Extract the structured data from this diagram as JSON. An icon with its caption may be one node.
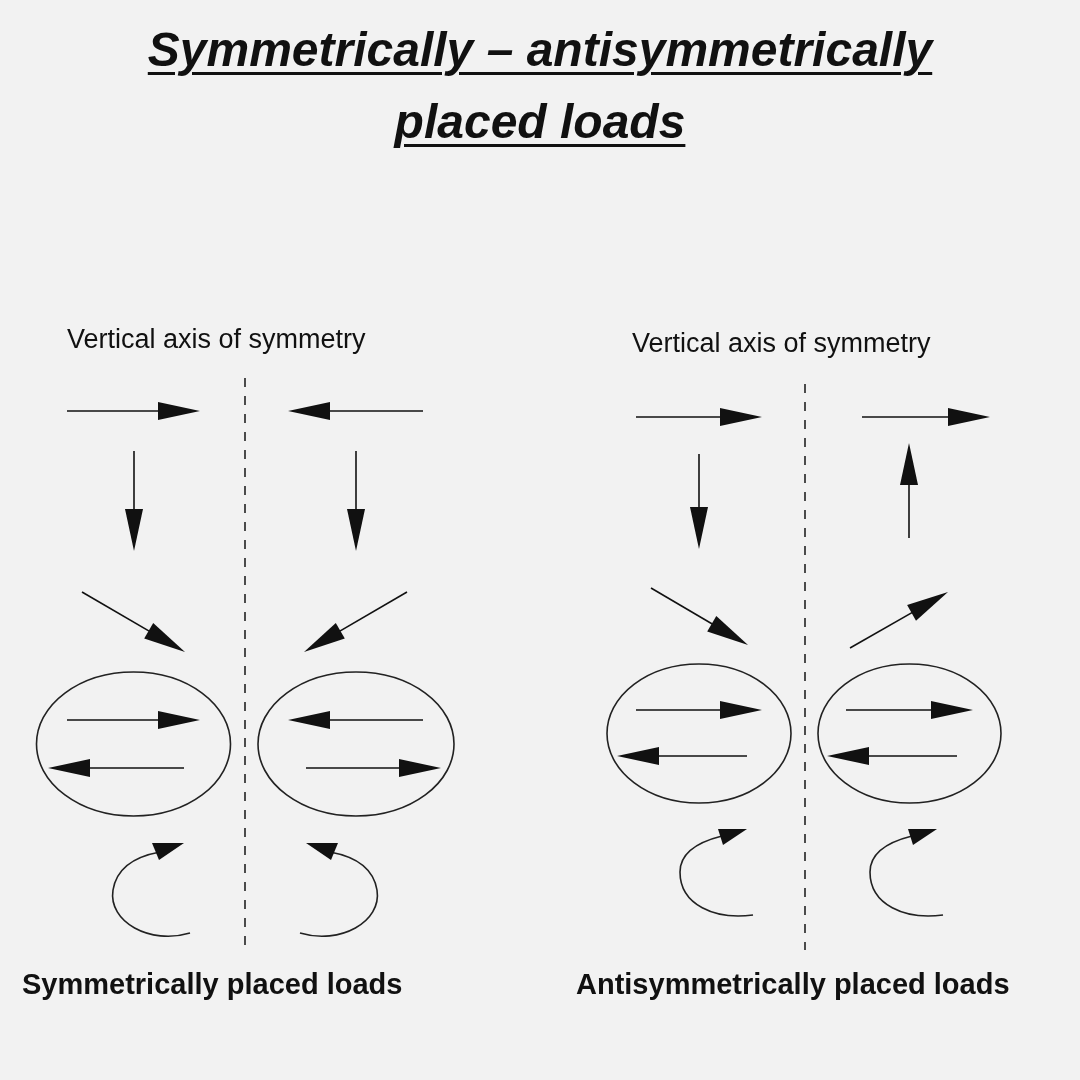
{
  "diagram": {
    "title": "Symmetrically – antisymmetrically placed loads",
    "labels": [
      "Vertical axis of symmetry",
      "Vertical axis of symmetry",
      "Symmetrically placed loads",
      "Antisymmetrically placed loads"
    ]
  }
}
